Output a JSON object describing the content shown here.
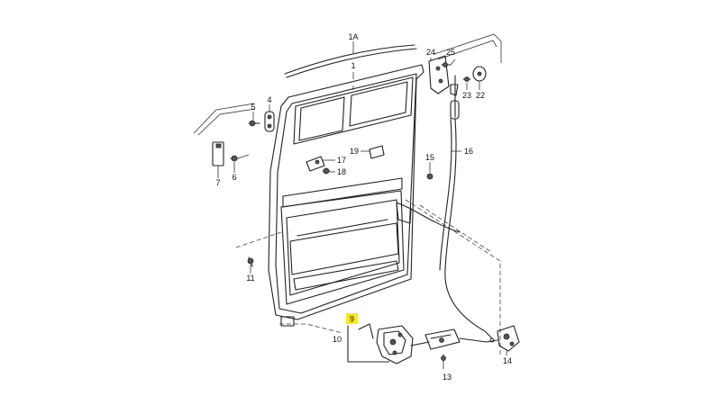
{
  "callouts": {
    "c1A": "1A",
    "c1": "1",
    "c4": "4",
    "c5": "5",
    "c6": "6",
    "c7": "7",
    "c9": "9",
    "c10": "10",
    "c11": "11",
    "c13": "13",
    "c14": "14",
    "c15": "15",
    "c16": "16",
    "c17": "17",
    "c18": "18",
    "c19": "19",
    "c22": "22",
    "c23": "23",
    "c24": "24",
    "c25": "25"
  },
  "colors": {
    "highlight": "#ffe812",
    "line": "#222222"
  }
}
